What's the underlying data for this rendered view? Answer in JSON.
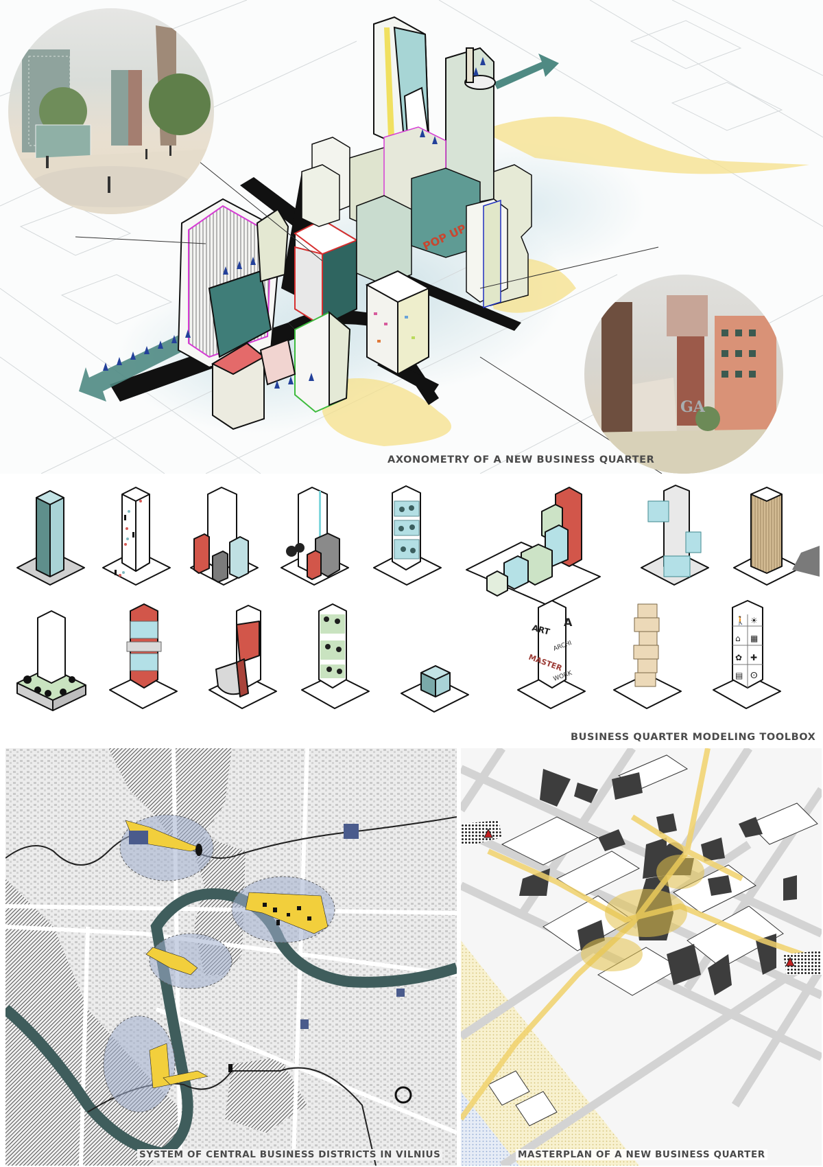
{
  "board": {
    "sections": {
      "axonometry": {
        "caption": "AXONOMETRY OF A NEW BUSINESS QUARTER",
        "left_vignette": "street-level render: glass pavilion plaza with cyclists and skater",
        "right_vignette": "street-level render: brick tower with stacked letter sculpture and plaza",
        "popup_sign": "POP UP"
      },
      "toolbox": {
        "caption": "BUSINESS QUARTER MODELING TOOLBOX",
        "row1": [
          {
            "id": "tool-tower-teal",
            "label": "teal tower"
          },
          {
            "id": "tool-climbing-wall",
            "label": "climbing wall tower"
          },
          {
            "id": "tool-tower-cluster",
            "label": "tower with red, grey and blue blocks"
          },
          {
            "id": "tool-tower-path",
            "label": "tower with path and trees"
          },
          {
            "id": "tool-greenhouse-tower",
            "label": "greenhouse stack tower"
          },
          {
            "id": "tool-stepped-green",
            "label": "stepped green terraces with red core"
          },
          {
            "id": "tool-exhibition-boxes",
            "label": "tower with glass exhibition boxes"
          },
          {
            "id": "tool-timber-tower",
            "label": "timber fin tower with shadow"
          }
        ],
        "row2": [
          {
            "id": "tool-park-podium",
            "label": "tower on park podium with parking"
          },
          {
            "id": "tool-interlocking",
            "label": "interlocking red and glass volumes"
          },
          {
            "id": "tool-skate-ramp",
            "label": "skate ramp tower"
          },
          {
            "id": "tool-vertical-forest",
            "label": "vertical forest tower"
          },
          {
            "id": "tool-cube",
            "label": "small teal cube"
          },
          {
            "id": "tool-letter-tower",
            "label": "letter sign tower",
            "words": [
              "ART",
              "A",
              "ARCHI",
              "MASTER",
              "WORK"
            ]
          },
          {
            "id": "tool-stacked-boxes",
            "label": "stacked timber boxes tower"
          },
          {
            "id": "tool-icon-tower",
            "label": "tower with program icons",
            "icons": [
              "walking-person-icon",
              "sunbathing-icon",
              "house-icon",
              "townhouse-icon",
              "paw-icon",
              "hospital-icon",
              "shop-icon",
              "restaurant-icon"
            ]
          }
        ]
      },
      "districts_map": {
        "caption": "SYSTEM OF CENTRAL BUSINESS DISTRICTS IN VILNIUS"
      },
      "masterplan": {
        "caption": "MASTERPLAN OF A NEW BUSINESS QUARTER"
      }
    },
    "colors": {
      "caption": "#4a4a4a",
      "teal": "#5f9b94",
      "teal_light": "#a9d3d6",
      "red": "#d2564a",
      "yellow": "#f2cf3c",
      "river": "#3f5d5c",
      "dark_building": "#3d3d3d",
      "magenta": "#d63bd4"
    }
  }
}
